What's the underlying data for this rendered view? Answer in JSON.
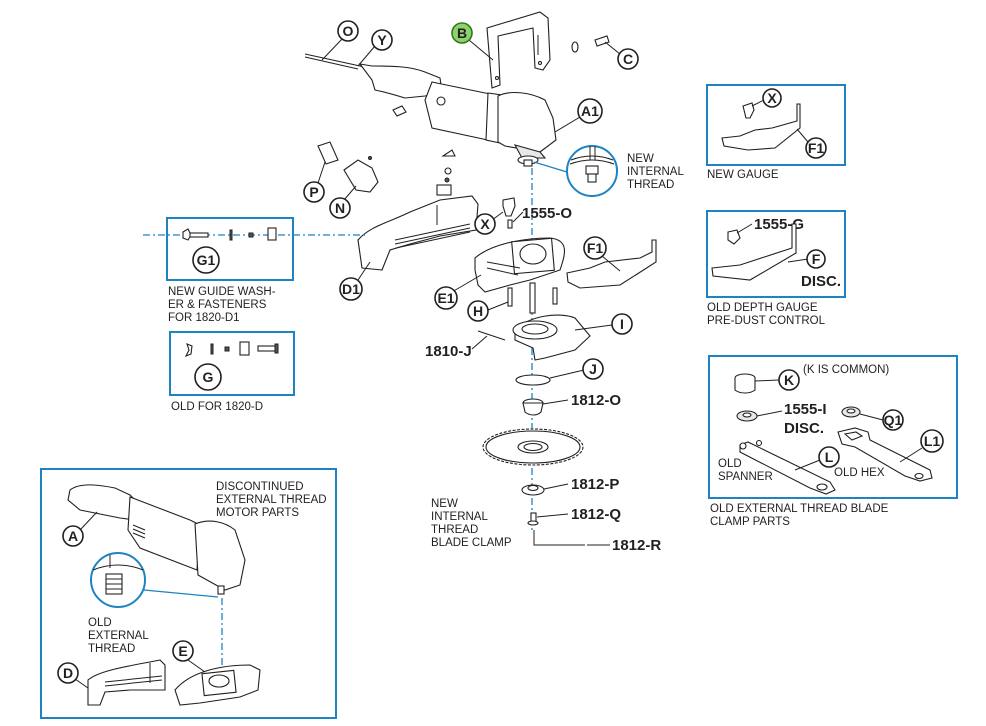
{
  "title": "Exploded parts diagram - grinder saw assembly",
  "colors": {
    "accent_box": "#1d83c3",
    "highlight": "#8ed26e",
    "ink": "#231f20"
  },
  "callouts": {
    "O": "O",
    "Y": "Y",
    "B": "B",
    "C": "C",
    "A1": "A1",
    "P": "P",
    "N": "N",
    "D1": "D1",
    "G1": "G1",
    "G": "G",
    "X": "X",
    "E1": "E1",
    "H": "H",
    "F1": "F1",
    "I": "I",
    "J": "J",
    "X_gauge": "X",
    "F1_gauge": "F1",
    "F": "F",
    "K": "K",
    "Q1": "Q1",
    "L": "L",
    "L1": "L1",
    "A": "A",
    "D": "D",
    "E": "E"
  },
  "highlighted_callout": "B",
  "part_numbers": {
    "p1555O": "1555-O",
    "p1810J": "1810-J",
    "p1812O": "1812-O",
    "p1812P": "1812-P",
    "p1812Q": "1812-Q",
    "p1812R": "1812-R",
    "p1555G": "1555-G",
    "p1555I": "1555-I",
    "disc": "DISC.",
    "disc_f": "DISC."
  },
  "notes": {
    "new_internal_thread": [
      "NEW",
      "INTERNAL",
      "THREAD"
    ],
    "new_internal_blade_clamp": [
      "NEW",
      "INTERNAL",
      "THREAD",
      "BLADE CLAMP"
    ],
    "new_gauge": "NEW GAUGE",
    "old_depth_gauge": [
      "OLD DEPTH GAUGE",
      "PRE-DUST CONTROL"
    ],
    "new_guide_washer": [
      "NEW GUIDE WASH-",
      "ER & FASTENERS",
      "FOR 1820-D1"
    ],
    "old_for_1820d": "OLD FOR 1820-D",
    "k_common": "(K IS COMMON)",
    "old_spanner": [
      "OLD",
      "SPANNER"
    ],
    "old_hex": "OLD HEX",
    "old_ext_clamp": [
      "OLD EXTERNAL THREAD BLADE",
      "CLAMP PARTS"
    ],
    "discontinued": [
      "DISCONTINUED",
      "EXTERNAL THREAD",
      "MOTOR PARTS"
    ],
    "old_external_thread": [
      "OLD",
      "EXTERNAL",
      "THREAD"
    ]
  }
}
